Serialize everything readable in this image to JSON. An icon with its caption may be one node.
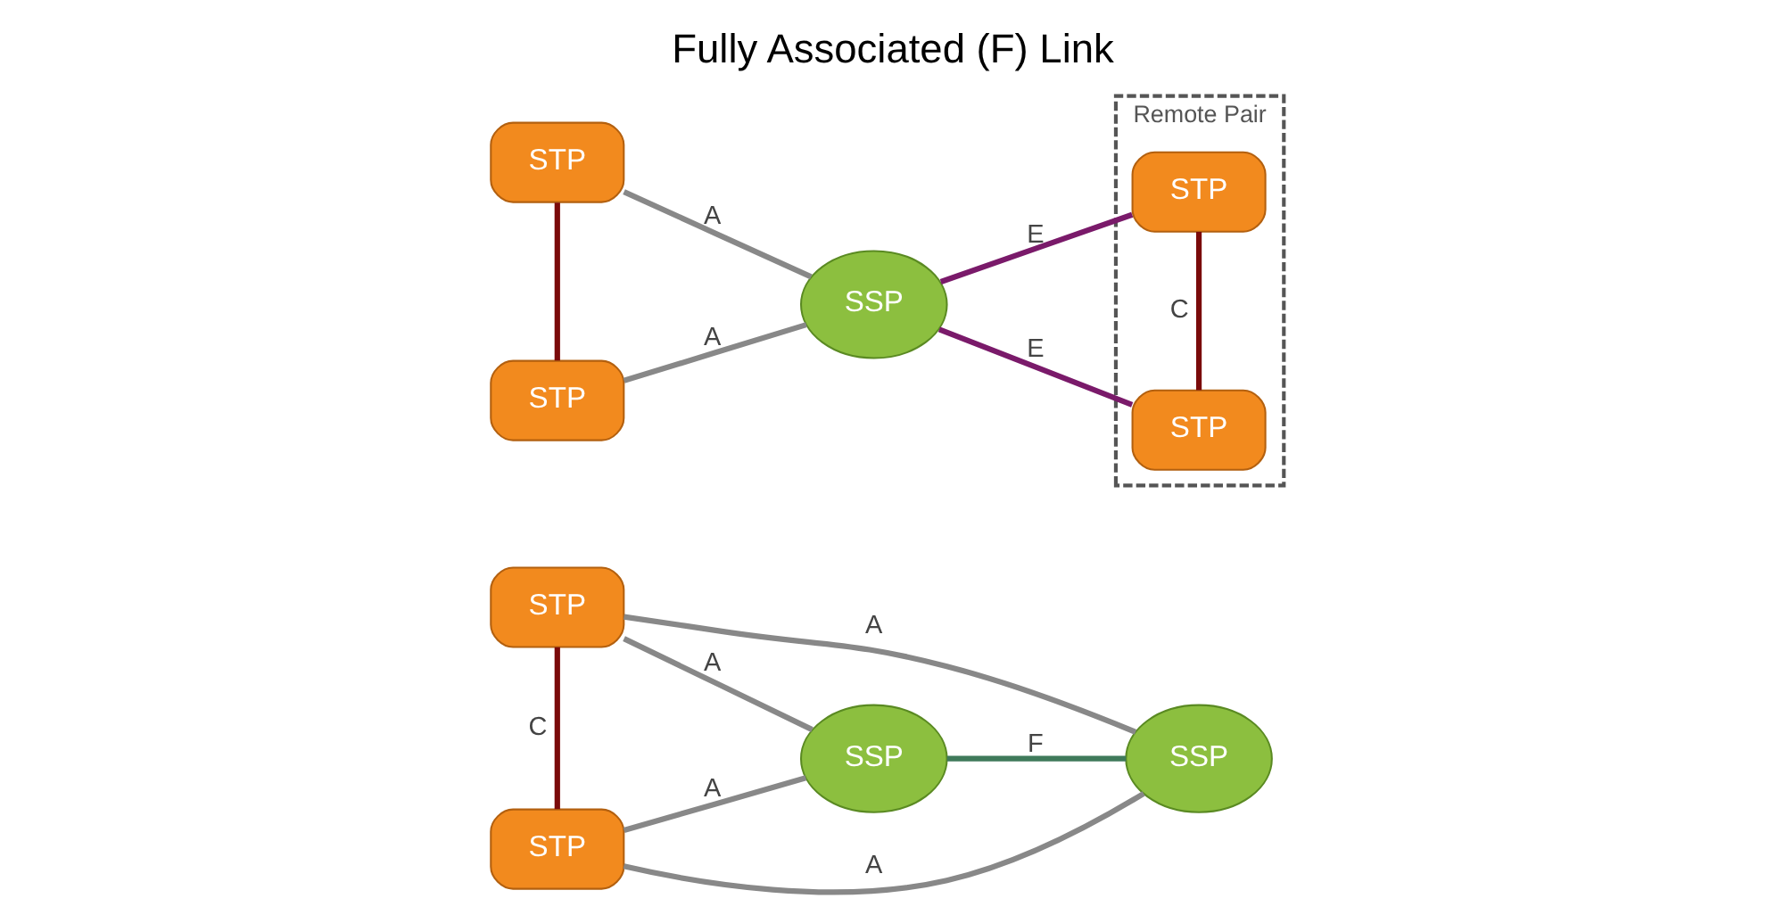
{
  "diagram": {
    "title": "Fully Associated (F) Link",
    "nodes": [
      {
        "text": [
          "STP"
        ]
      },
      {
        "text": [
          "STP"
        ]
      },
      {
        "text": [
          "SSP"
        ]
      },
      {
        "text": [
          "SSP"
        ]
      },
      {
        "text": [
          "STP"
        ]
      },
      {
        "text": [
          "STP"
        ]
      },
      {
        "text": [
          "SSP"
        ]
      },
      {
        "text": [
          "Remote Pair"
        ]
      },
      {
        "text": [
          "STP"
        ],
        "in": 7
      },
      {
        "text": [
          "STP"
        ],
        "in": 7
      }
    ],
    "edges": [
      {
        "from": 0,
        "to": 1,
        "arrow": "none",
        "label": "C",
        "color": "#7a0a0a"
      },
      {
        "from": 0,
        "to": 2,
        "arrow": "none",
        "label": "A"
      },
      {
        "from": 1,
        "to": 2,
        "arrow": "none",
        "label": "A"
      },
      {
        "from": 0,
        "to": 3,
        "arrow": "none",
        "label": "A"
      },
      {
        "from": 1,
        "to": 3,
        "arrow": "none",
        "label": "A"
      },
      {
        "from": 2,
        "to": 3,
        "arrow": "none",
        "label": "F",
        "color": "#3f7a5a"
      },
      {
        "from": 4,
        "to": 5,
        "arrow": "none",
        "color": "#7a0a0a"
      },
      {
        "from": 4,
        "to": 6,
        "arrow": "none",
        "label": "A"
      },
      {
        "from": 5,
        "to": 6,
        "arrow": "none",
        "label": "A"
      },
      {
        "from": 6,
        "to": 8,
        "arrow": "none",
        "label": "E",
        "color": "#7a1a6a"
      },
      {
        "from": 6,
        "to": 9,
        "arrow": "none",
        "label": "E",
        "color": "#7a1a6a"
      },
      {
        "from": 8,
        "to": 9,
        "arrow": "none",
        "label": "C",
        "color": "#7a0a0a"
      }
    ]
  }
}
